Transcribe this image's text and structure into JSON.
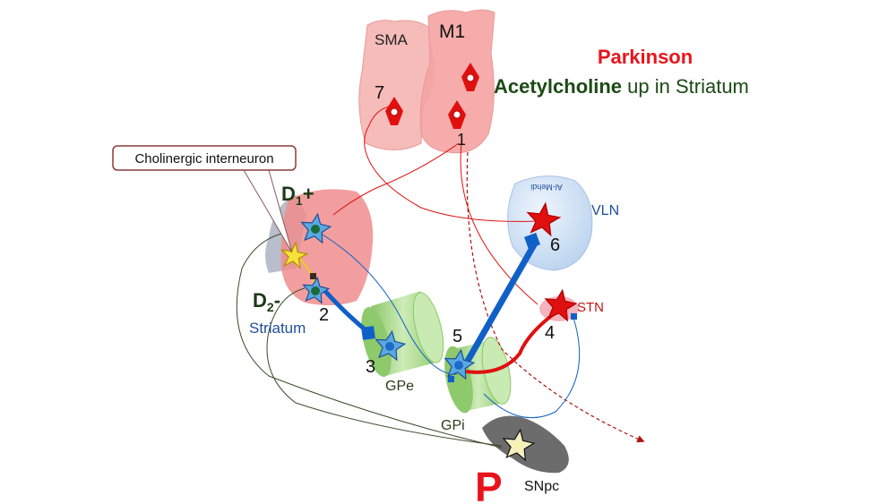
{
  "titles": {
    "condition": "Parkinson",
    "transmitter": "Acetylcholine",
    "transmitter_rest": " up in Striatum"
  },
  "regions": {
    "sma": "SMA",
    "m1": "M1",
    "vln": "VLN",
    "stn": "STN",
    "striatum": "Striatum",
    "gpe": "GPe",
    "gpi": "GPi",
    "snpc": "SNpc"
  },
  "receptors": {
    "d1_main": "D",
    "d1_sub": "1",
    "d1_sign": "+",
    "d2_main": "D",
    "d2_sub": "2",
    "d2_sign": "-"
  },
  "callout": "Cholinergic interneuron",
  "watermark": "Al-Mehdi",
  "neuron_numbers": [
    "1",
    "2",
    "3",
    "4",
    "5",
    "6",
    "7"
  ],
  "big_letter": "P",
  "colors": {
    "condition": "#e8141b",
    "transmitter": "#1b4a14",
    "cortex": "#f4b0ae",
    "striatum": "#f08d8d",
    "globus": "#9fd07a",
    "vln": "#cfe0f5",
    "snpc": "#6c6c6c",
    "inhibitory": "#1060c8",
    "excitatory": "#e01010"
  }
}
